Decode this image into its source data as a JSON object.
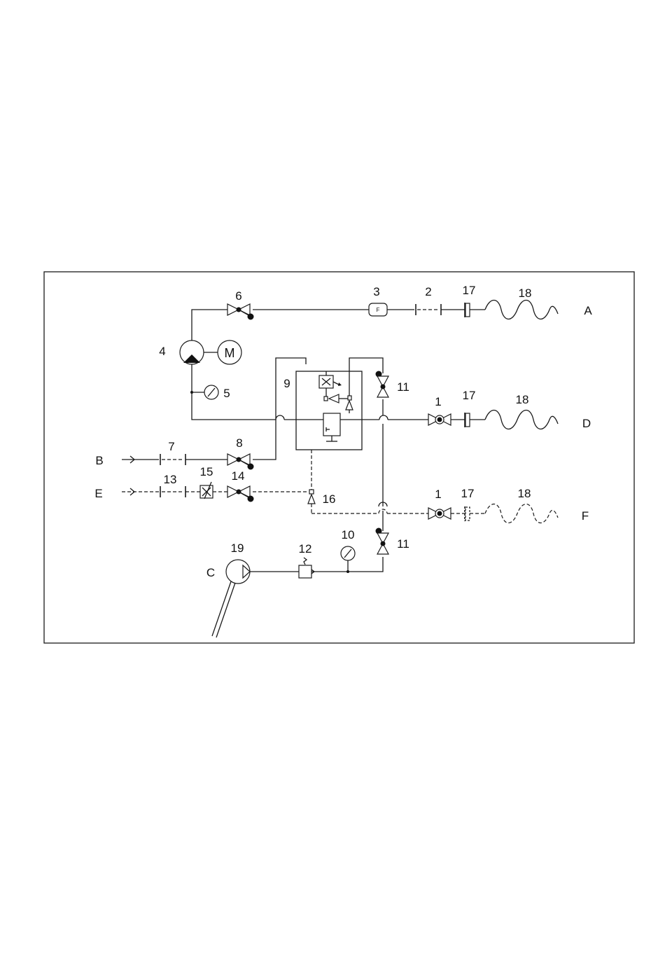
{
  "diagram": {
    "ports": {
      "A": "A",
      "B": "B",
      "C": "C",
      "D": "D",
      "E": "E",
      "F": "F"
    },
    "components": {
      "n1a": "1",
      "n1b": "1",
      "n2": "2",
      "n3": "3",
      "n4": "4",
      "n5": "5",
      "n6": "6",
      "n7": "7",
      "n8": "8",
      "n9": "9",
      "n10": "10",
      "n11a": "11",
      "n11b": "11",
      "n12": "12",
      "n13": "13",
      "n14": "14",
      "n15": "15",
      "n16": "16",
      "n17a": "17",
      "n17b": "17",
      "n17c": "17",
      "n18a": "18",
      "n18b": "18",
      "n18c": "18",
      "n19": "19"
    },
    "symbols": {
      "motor": "M",
      "filter": "F"
    }
  }
}
